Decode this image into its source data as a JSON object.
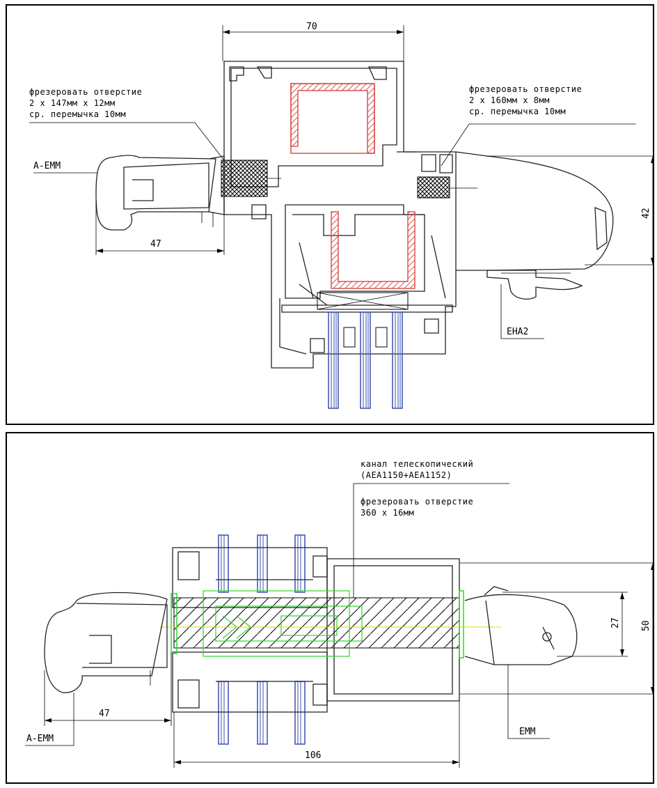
{
  "top": {
    "dim_width": "70",
    "note_left": [
      "фрезеровать отверстие",
      "2 x 147мм x 12мм",
      "ср. перемычка 10мм"
    ],
    "note_right": [
      "фрезеровать отверстие",
      "2 x 160мм x 8мм",
      "ср. перемычка 10мм"
    ],
    "label_a_emm": "A-EMM",
    "dim_47": "47",
    "dim_42": "42",
    "label_eha2": "EHA2"
  },
  "bottom": {
    "note_channel": [
      "канал телескопический",
      "(AEA1150+AEA1152)"
    ],
    "note_mill": [
      "фрезеровать отверстие",
      "360 x 16мм"
    ],
    "dim_27": "27",
    "dim_50": "50",
    "dim_47": "47",
    "label_a_emm": "A-EMM",
    "label_emm": "EMM",
    "dim_106": "106"
  },
  "colors": {
    "reinforcement": "#d9534f",
    "glass": "#3b4fb0",
    "channel": "#2bd62b",
    "axis": "#d8d800"
  }
}
